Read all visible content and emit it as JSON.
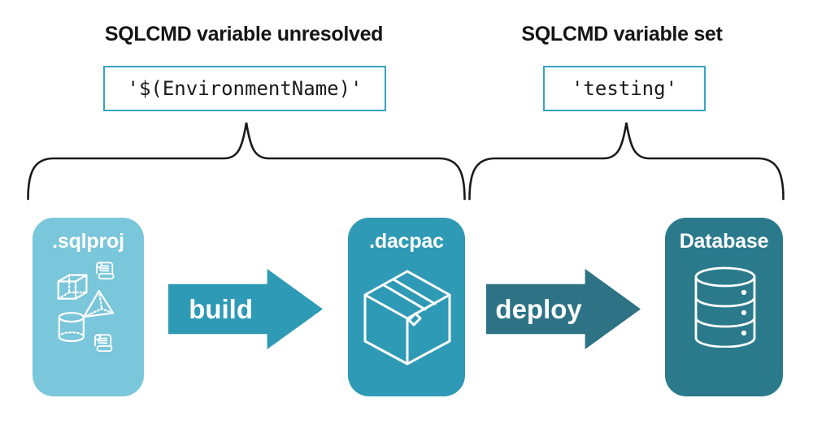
{
  "annotations": {
    "unresolved": {
      "heading": "SQLCMD variable unresolved",
      "code": "'$(EnvironmentName)'"
    },
    "set": {
      "heading": "SQLCMD variable set",
      "code": "'testing'"
    }
  },
  "pipeline": {
    "nodes": [
      {
        "id": "sqlproj",
        "label": ".sqlproj",
        "color": "#7AC6DA",
        "icon": "sql-objects-icon"
      },
      {
        "id": "dacpac",
        "label": ".dacpac",
        "color": "#2F9AB5",
        "icon": "package-icon"
      },
      {
        "id": "database",
        "label": "Database",
        "color": "#2B7A8C",
        "icon": "database-icon"
      }
    ],
    "arrows": [
      {
        "label": "build",
        "color": "#2F9AB5"
      },
      {
        "label": "deploy",
        "color": "#2D7285"
      }
    ]
  },
  "colors": {
    "background": "#FFFFFF",
    "code_box_border": "#35A4C0",
    "brace": "#1A1A1A",
    "heading_text": "#151515",
    "code_text": "#1A1A1A",
    "node_label_text": "#FFFFFF",
    "arrow_label_text": "#FFFFFF",
    "icon_stroke": "#FFFFFF"
  }
}
